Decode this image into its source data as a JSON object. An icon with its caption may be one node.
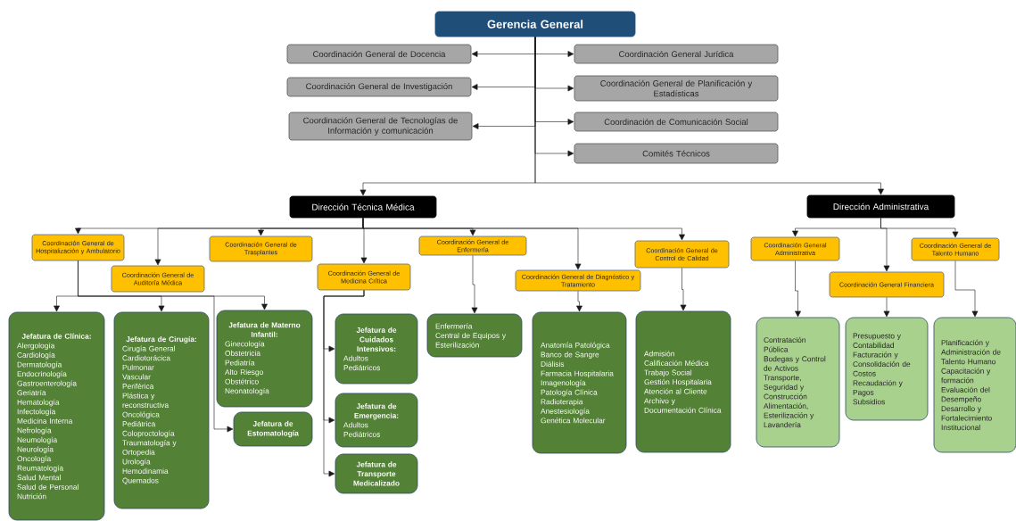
{
  "diagram": {
    "nodes": [
      {
        "text": [
          "Gerencia General"
        ]
      },
      {
        "text": [
          "Coordinación General de Docencia"
        ]
      },
      {
        "text": [
          "Coordinación General de Investigación"
        ]
      },
      {
        "text": [
          "Coordinación General de Tecnologías de Información y comunicación"
        ]
      },
      {
        "text": [
          "Coordinación General Jurídica"
        ]
      },
      {
        "text": [
          "Coordinación General de Planificación y Estadísticas"
        ]
      },
      {
        "text": [
          "Coordinación de Comunicación Social"
        ]
      },
      {
        "text": [
          "Comités Técnicos"
        ]
      },
      {
        "text": [
          "Dirección Técnica Médica"
        ]
      },
      {
        "text": [
          "Dirección Administrativa"
        ]
      },
      {
        "text": [
          "Coordinación General de Hospitalización y Ambulatorio"
        ]
      },
      {
        "text": [
          "Coordinación General de Auditoría Médica"
        ]
      },
      {
        "text": [
          "Coordinación General de Trasplantes"
        ]
      },
      {
        "text": [
          "Coordinación General de Medicina Crítica"
        ]
      },
      {
        "text": [
          "Coordinación General de Enfermería"
        ]
      },
      {
        "text": [
          "Coordinación General de Diagnóstico y Tratamiento"
        ]
      },
      {
        "text": [
          "Coordinación General de Control de Calidad"
        ]
      },
      {
        "text": [
          "Coordinación General Administrativa"
        ]
      },
      {
        "text": [
          "Coordinación General Financiera"
        ]
      },
      {
        "text": [
          "Coordinación General de Talento Humano"
        ]
      },
      {
        "text": [
          "Jefatura de Clínica:",
          "Alergología",
          "Cardiología",
          "Dermatología",
          "Endocrinología",
          "Gastroenterología",
          "Geriatría",
          "Hematología",
          "Infectología",
          "Medicina Interna",
          "Nefrología",
          "Neumología",
          "Neurología",
          "Oncología",
          "Reumatología",
          "Salud Mental",
          "Salud de Personal",
          "Nutrición"
        ]
      },
      {
        "text": [
          "Jefatura de Cirugía:",
          "Cirugía General",
          "Cardiotorácica",
          "Pulmonar",
          "Vascular",
          "Periférica",
          "Plástica y reconstructiva",
          "Oncológica",
          "Pediátrica",
          "Coloproctología",
          "Traumatología y Ortopedia",
          "Urología",
          "Hemodinamia",
          "Quemados"
        ]
      },
      {
        "text": [
          "Jefatura de Materno Infantil:",
          "Ginecología",
          "Obstetricia",
          "Pediatría",
          "Alto Riesgo",
          "Obstétrico",
          "Neonatología"
        ]
      },
      {
        "text": [
          "Jefatura de Estomatología"
        ]
      },
      {
        "text": [
          "Jefatura de Cuidados Intensivos:",
          "Adultos",
          "Pediátricos"
        ]
      },
      {
        "text": [
          "Jefatura de Emergencia:",
          "Adultos",
          "Pediátricos"
        ]
      },
      {
        "text": [
          "Jefatura de Transporte Medicalizado"
        ]
      },
      {
        "text": [
          "Enfermería",
          "Central de Equipos y Esterilización"
        ]
      },
      {
        "text": [
          "Anatomía Patológica",
          "Banco de Sangre",
          "Diálisis",
          "Farmacia Hospitalaria",
          "Imagenología",
          "Patología Clínica",
          "Radioterapia",
          "Anestesiología",
          "Genética Molecular"
        ]
      },
      {
        "text": [
          "Admisión",
          "Calificación Médica",
          "Trabajo Social",
          "Gestión Hospitalaria",
          "Atención al Cliente",
          "Archivo y Documentación Clínica"
        ]
      },
      {
        "text": [
          "Contratación Pública",
          "Bodegas y Control de Activos",
          "Transporte, Seguridad y Construcción",
          "Alimentación, Esterilización y Lavandería"
        ]
      },
      {
        "text": [
          "Presupuesto y Contabilidad",
          "Facturación y Consolidación de Costos",
          "Recaudación y Pagos",
          "Subsidios"
        ]
      },
      {
        "text": [
          "Planificación y Administración de Talento Humano",
          "Capacitación y formación",
          "Evaluación del Desempeño",
          "Desarrollo y Fortalecimiento Institucional"
        ]
      }
    ],
    "edges": [
      {
        "from": 0,
        "to": 1,
        "arrow": "to"
      },
      {
        "from": 0,
        "to": 2,
        "arrow": "to"
      },
      {
        "from": 0,
        "to": 3,
        "arrow": "to"
      },
      {
        "from": 0,
        "to": 4,
        "arrow": "to"
      },
      {
        "from": 0,
        "to": 5,
        "arrow": "to"
      },
      {
        "from": 0,
        "to": 6,
        "arrow": "to"
      },
      {
        "from": 0,
        "to": 7,
        "arrow": "to"
      },
      {
        "from": 0,
        "to": 8,
        "arrow": "to"
      },
      {
        "from": 0,
        "to": 9,
        "arrow": "to"
      },
      {
        "from": 8,
        "to": 10,
        "arrow": "to"
      },
      {
        "from": 8,
        "to": 11,
        "arrow": "to"
      },
      {
        "from": 8,
        "to": 12,
        "arrow": "to"
      },
      {
        "from": 8,
        "to": 13,
        "arrow": "to"
      },
      {
        "from": 8,
        "to": 14,
        "arrow": "to"
      },
      {
        "from": 8,
        "to": 15,
        "arrow": "to"
      },
      {
        "from": 8,
        "to": 16,
        "arrow": "to"
      },
      {
        "from": 9,
        "to": 17,
        "arrow": "to"
      },
      {
        "from": 9,
        "to": 18,
        "arrow": "to"
      },
      {
        "from": 9,
        "to": 19,
        "arrow": "to"
      },
      {
        "from": 10,
        "to": 20,
        "arrow": "to"
      },
      {
        "from": 10,
        "to": 21,
        "arrow": "to"
      },
      {
        "from": 10,
        "to": 22,
        "arrow": "to"
      },
      {
        "from": 10,
        "to": 23,
        "arrow": "to"
      },
      {
        "from": 13,
        "to": 24,
        "arrow": "to"
      },
      {
        "from": 13,
        "to": 25,
        "arrow": "to"
      },
      {
        "from": 13,
        "to": 26,
        "arrow": "to"
      },
      {
        "from": 14,
        "to": 27,
        "arrow": "to"
      },
      {
        "from": 15,
        "to": 28,
        "arrow": "to"
      },
      {
        "from": 16,
        "to": 29,
        "arrow": "to"
      },
      {
        "from": 17,
        "to": 30,
        "arrow": "to"
      },
      {
        "from": 18,
        "to": 31,
        "arrow": "to"
      },
      {
        "from": 19,
        "to": 32,
        "arrow": "to"
      }
    ]
  }
}
